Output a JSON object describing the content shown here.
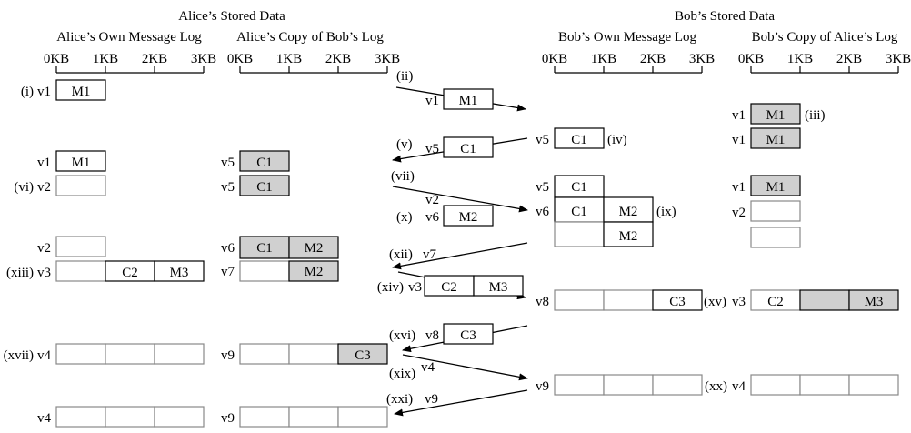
{
  "headers": {
    "alice_stored": "Alice’s  Stored Data",
    "bob_stored": "Bob’s  Stored Data",
    "alice_own": "Alice’s  Own Message Log",
    "alice_copy": "Alice’s  Copy of Bob’s Log",
    "bob_own": "Bob’s Own Message Log",
    "bob_copy": "Bob’s Copy of Alice’s Log"
  },
  "axis_ticks": [
    "0KB",
    "1KB",
    "2KB",
    "3KB"
  ],
  "colors": {
    "shaded": "#d0d0d0",
    "border": "#000000",
    "faint_border": "#888888"
  },
  "alice_own": [
    {
      "step": "(i)",
      "version": "v1",
      "cells": [
        {
          "text": "M1"
        }
      ]
    },
    {
      "step": "",
      "version": "v1",
      "cells": [
        {
          "text": "M1"
        }
      ]
    },
    {
      "step": "(vi)",
      "version": "v2",
      "cells": [
        {
          "text": "",
          "faint": true
        }
      ]
    },
    {
      "step": "",
      "version": "v2",
      "cells": [
        {
          "text": "",
          "faint": true
        }
      ]
    },
    {
      "step": "(xiii)",
      "version": "v3",
      "cells": [
        {
          "text": "",
          "faint": true
        },
        {
          "text": "C2"
        },
        {
          "text": "M3"
        }
      ]
    },
    {
      "step": "(xvii)",
      "version": "v4",
      "cells": [
        {
          "text": "",
          "faint": true
        },
        {
          "text": "",
          "faint": true
        },
        {
          "text": "",
          "faint": true
        }
      ]
    },
    {
      "step": "",
      "version": "v4",
      "cells": [
        {
          "text": "",
          "faint": true
        },
        {
          "text": "",
          "faint": true
        },
        {
          "text": "",
          "faint": true
        }
      ]
    }
  ],
  "alice_copy": [
    {
      "step": "",
      "version": "v5",
      "cells": [
        {
          "text": "C1",
          "shaded": true
        }
      ]
    },
    {
      "step": "",
      "version": "v5",
      "cells": [
        {
          "text": "C1",
          "shaded": true
        }
      ]
    },
    {
      "step": "",
      "version": "v6",
      "cells": [
        {
          "text": "C1",
          "shaded": true
        },
        {
          "text": "M2",
          "shaded": true
        }
      ]
    },
    {
      "step": "",
      "version": "v7",
      "cells": [
        {
          "text": "",
          "faint": true
        },
        {
          "text": "M2",
          "shaded": true
        }
      ]
    },
    {
      "step": "",
      "version": "v9",
      "cells": [
        {
          "text": "",
          "faint": true
        },
        {
          "text": "",
          "faint": true
        },
        {
          "text": "C3",
          "shaded": true
        }
      ]
    },
    {
      "step": "",
      "version": "v9",
      "cells": [
        {
          "text": "",
          "faint": true
        },
        {
          "text": "",
          "faint": true
        },
        {
          "text": "",
          "faint": true
        }
      ]
    }
  ],
  "bob_own": [
    {
      "version": "v5",
      "after": "(iv)",
      "cells": [
        {
          "text": "C1"
        }
      ]
    },
    {
      "version": "v5",
      "after": "",
      "cells": [
        {
          "text": "C1"
        }
      ]
    },
    {
      "version": "v6",
      "after": "(ix)",
      "cells": [
        {
          "text": "C1"
        },
        {
          "text": "M2"
        }
      ]
    },
    {
      "version": "",
      "after": "",
      "cells": [
        {
          "text": "",
          "faint": true
        },
        {
          "text": "M2"
        }
      ]
    },
    {
      "version": "v8",
      "after": "(xv)",
      "cells": [
        {
          "text": "",
          "faint": true
        },
        {
          "text": "",
          "faint": true
        },
        {
          "text": "C3"
        }
      ]
    },
    {
      "version": "v9",
      "after": "(xx)",
      "cells": [
        {
          "text": "",
          "faint": true
        },
        {
          "text": "",
          "faint": true
        },
        {
          "text": "",
          "faint": true
        }
      ]
    }
  ],
  "bob_copy": [
    {
      "version": "v1",
      "after": "(iii)",
      "cells": [
        {
          "text": "M1",
          "shaded": true
        }
      ]
    },
    {
      "version": "v1",
      "after": "",
      "cells": [
        {
          "text": "M1",
          "shaded": true
        }
      ]
    },
    {
      "version": "v1",
      "after": "",
      "cells": [
        {
          "text": "M1",
          "shaded": true
        }
      ]
    },
    {
      "version": "v2",
      "after": "",
      "cells": [
        {
          "text": "",
          "faint": true
        }
      ]
    },
    {
      "version": "",
      "after": "",
      "cells": [
        {
          "text": "",
          "faint": true
        }
      ]
    },
    {
      "version": "v3",
      "after": "",
      "cells": [
        {
          "text": "C2",
          "faint": true
        },
        {
          "text": "",
          "shaded": true
        },
        {
          "text": "M3",
          "shaded": true
        }
      ]
    },
    {
      "version": "v4",
      "after": "",
      "cells": [
        {
          "text": "",
          "faint": true
        },
        {
          "text": "",
          "faint": true
        },
        {
          "text": "",
          "faint": true
        }
      ]
    }
  ],
  "messages": [
    {
      "step": "(ii)",
      "version": "v1",
      "cells": [
        "M1"
      ]
    },
    {
      "step": "(v)",
      "version": "v5",
      "cells": [
        "C1"
      ]
    },
    {
      "step": "(vii)",
      "version": "v2",
      "cells": []
    },
    {
      "step": "(x)",
      "version": "v6",
      "cells": [
        "M2"
      ]
    },
    {
      "step": "(xii)",
      "version": "v7",
      "cells": []
    },
    {
      "step": "(xiv)",
      "version": "v3",
      "cells": [
        "C2",
        "M3"
      ]
    },
    {
      "step": "(xvi)",
      "version": "v8",
      "cells": [
        "C3"
      ]
    },
    {
      "step": "(xix)",
      "version": "v4",
      "cells": []
    },
    {
      "step": "(xxi)",
      "version": "v9",
      "cells": []
    }
  ]
}
